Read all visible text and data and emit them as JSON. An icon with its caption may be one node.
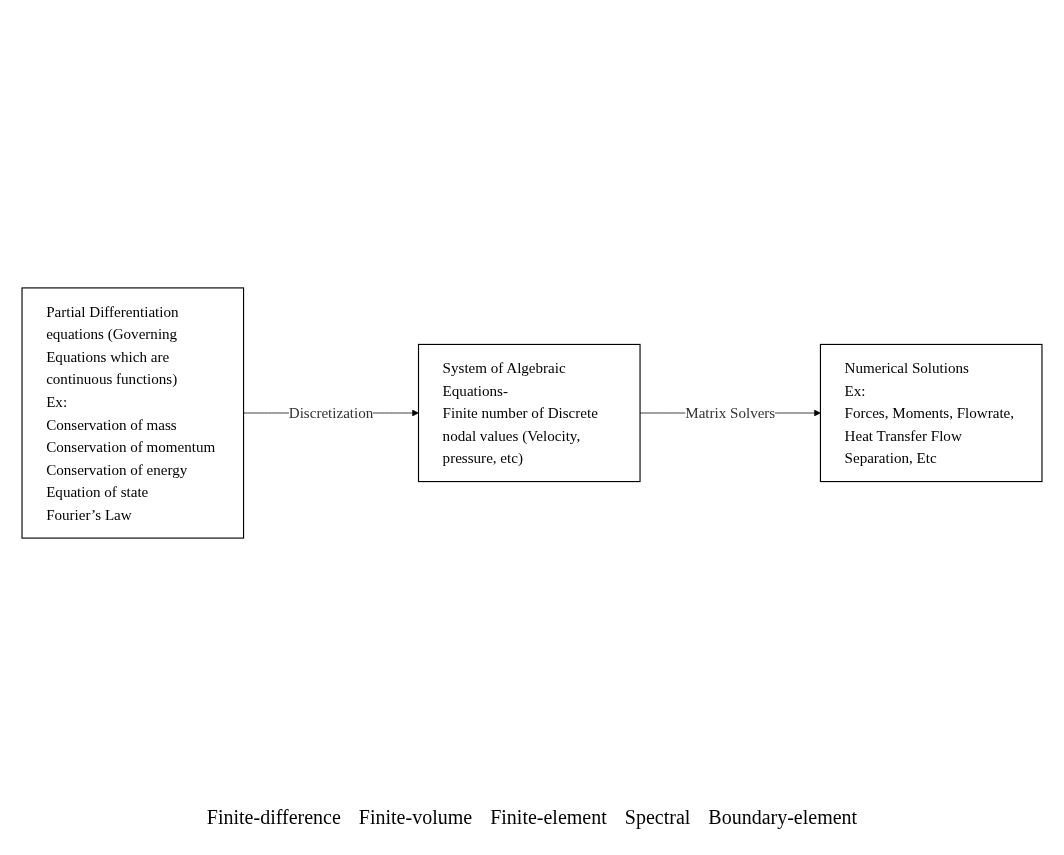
{
  "diagram": {
    "nodes": [
      {
        "text": [
          "Partial Differentiation equations (Governing Equations which are continuous functions)",
          "Ex:",
          "Conservation of mass",
          "Conservation of momentum",
          "Conservation of energy",
          "Equation of state",
          "Fourier’s Law"
        ]
      },
      {
        "text": [
          "System of Algebraic Equations-",
          "Finite number of Discrete nodal values (Velocity, pressure, etc)"
        ]
      },
      {
        "text": [
          "Numerical Solutions",
          "Ex:",
          "Forces, Moments, Flowrate, Heat Transfer Flow Separation, Etc"
        ]
      }
    ],
    "edges": [
      {
        "from": 0,
        "to": 1,
        "arrow": "to",
        "label": "Discretization"
      },
      {
        "from": 1,
        "to": 2,
        "arrow": "to",
        "label": "Matrix Solvers"
      }
    ],
    "labels": [
      "Finite-difference",
      "Finite-volume",
      "Finite-element",
      "Spectral",
      "Boundary-element"
    ]
  }
}
